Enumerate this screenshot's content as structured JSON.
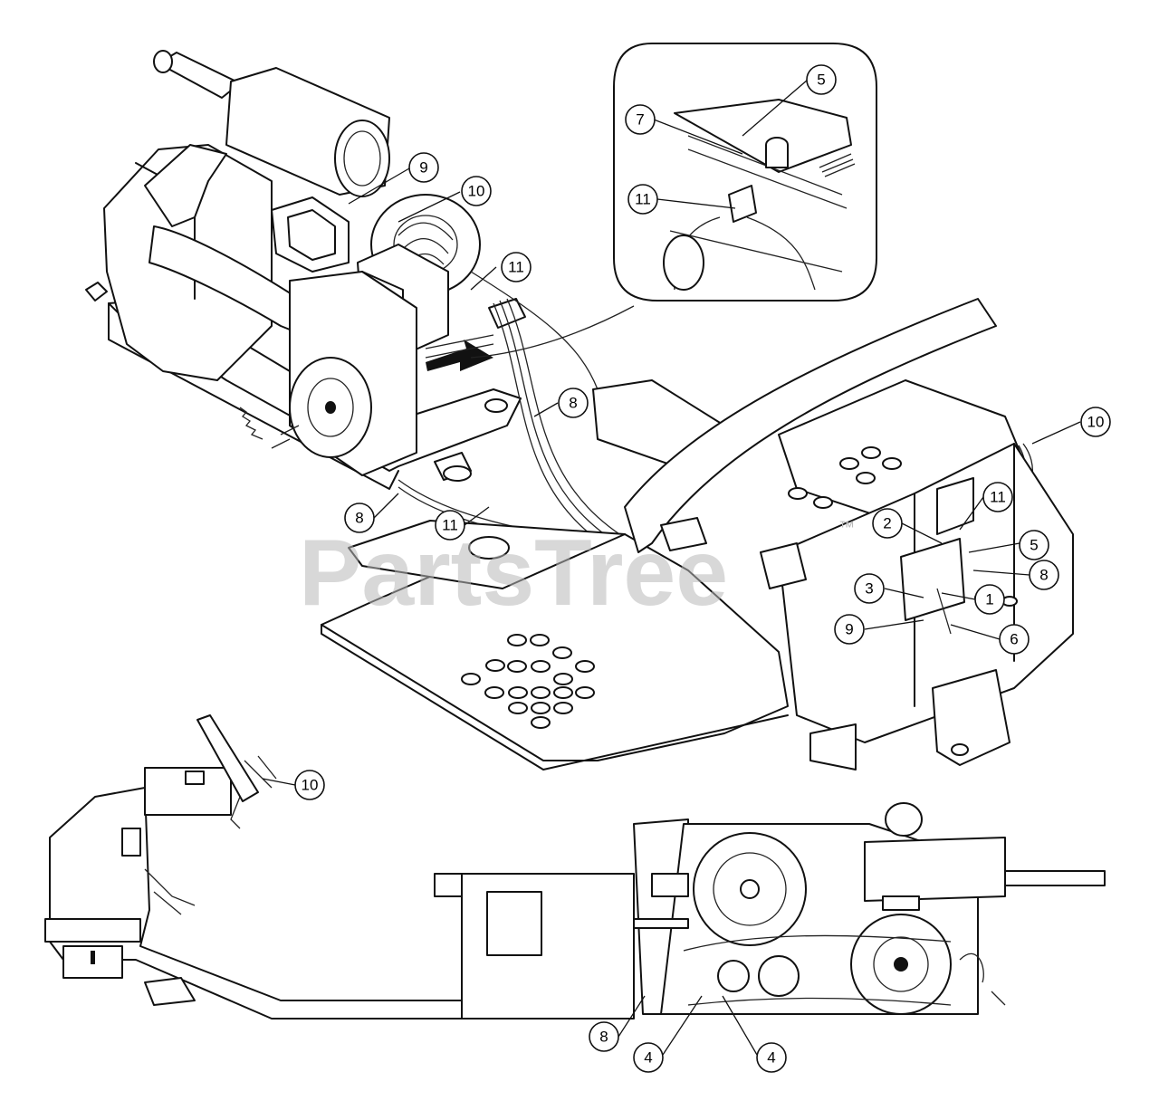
{
  "watermark": {
    "text": "PartsTree",
    "trademark": "™"
  },
  "callouts": [
    {
      "id": "c-5-inset",
      "number": "5"
    },
    {
      "id": "c-7-inset",
      "number": "7"
    },
    {
      "id": "c-11-inset",
      "number": "11"
    },
    {
      "id": "c-9-engine",
      "number": "9"
    },
    {
      "id": "c-10-engine",
      "number": "10"
    },
    {
      "id": "c-11-engine",
      "number": "11"
    },
    {
      "id": "c-8-upper",
      "number": "8"
    },
    {
      "id": "c-10-right",
      "number": "10"
    },
    {
      "id": "c-11-panel",
      "number": "11"
    },
    {
      "id": "c-2-panel",
      "number": "2"
    },
    {
      "id": "c-5-panel",
      "number": "5"
    },
    {
      "id": "c-8-panel",
      "number": "8"
    },
    {
      "id": "c-3-panel",
      "number": "3"
    },
    {
      "id": "c-1-panel",
      "number": "1"
    },
    {
      "id": "c-9-panel",
      "number": "9"
    },
    {
      "id": "c-6-panel",
      "number": "6"
    },
    {
      "id": "c-8-left",
      "number": "8"
    },
    {
      "id": "c-11-left",
      "number": "11"
    },
    {
      "id": "c-10-side",
      "number": "10"
    },
    {
      "id": "c-8-bottom",
      "number": "8"
    },
    {
      "id": "c-4-bottom-left",
      "number": "4"
    },
    {
      "id": "c-4-bottom-right",
      "number": "4"
    }
  ]
}
